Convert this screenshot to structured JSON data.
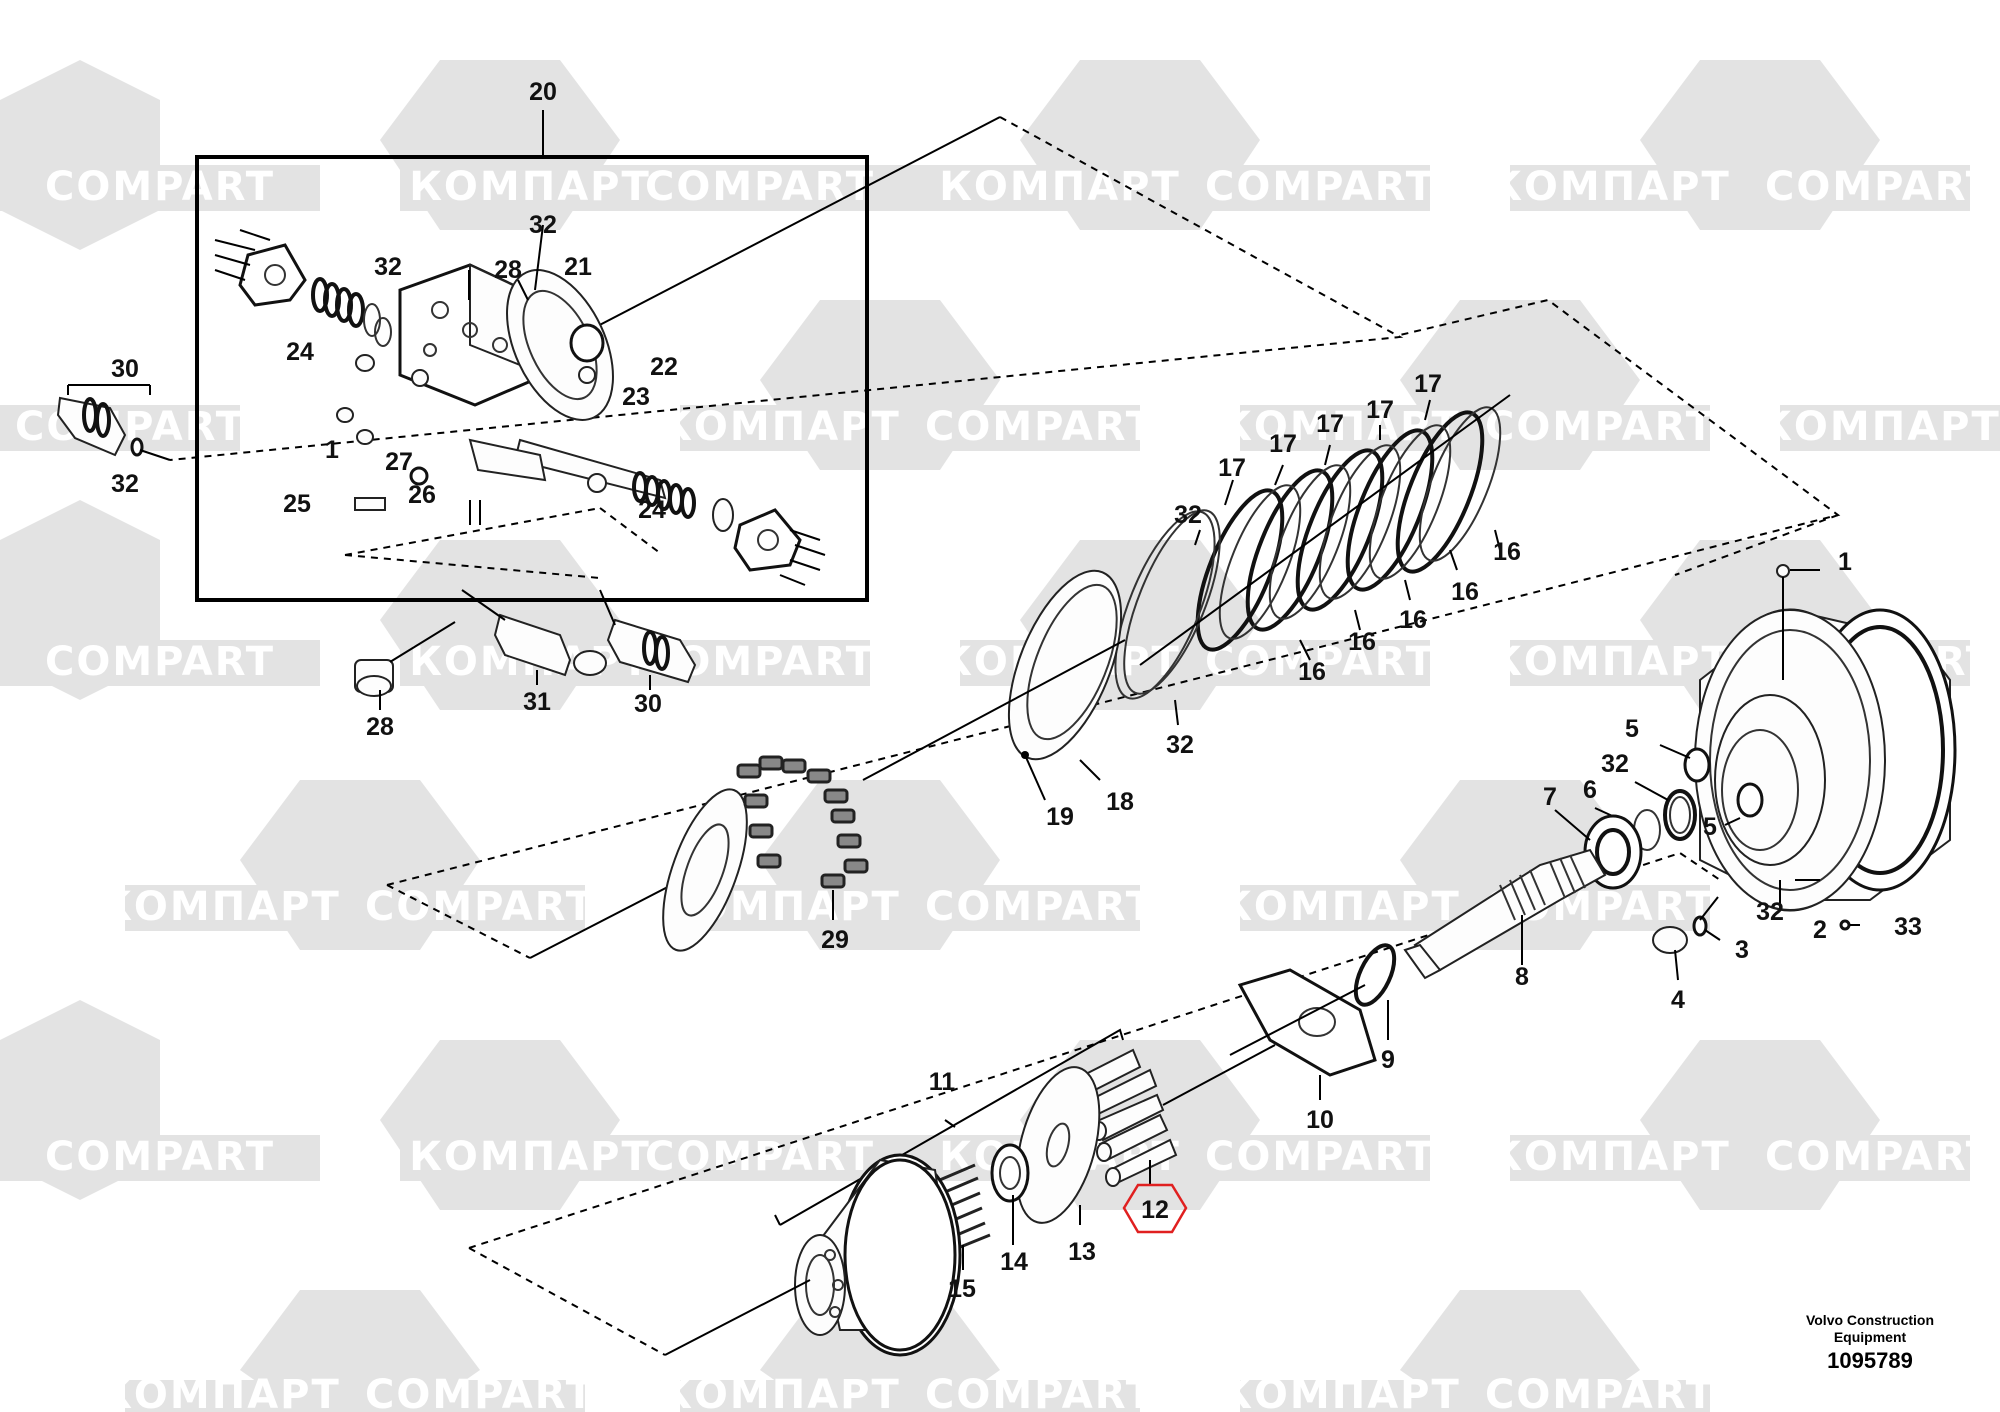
{
  "diagram": {
    "callouts": [
      "20",
      "32",
      "28",
      "21",
      "32",
      "24",
      "22",
      "23",
      "1",
      "27",
      "26",
      "25",
      "24",
      "30",
      "32",
      "28",
      "31",
      "30",
      "17",
      "17",
      "17",
      "17",
      "17",
      "32",
      "16",
      "16",
      "16",
      "16",
      "16",
      "32",
      "19",
      "18",
      "29",
      "1",
      "5",
      "32",
      "7",
      "6",
      "5",
      "32",
      "2",
      "33",
      "3",
      "4",
      "8",
      "9",
      "10",
      "11",
      "12",
      "13",
      "14",
      "15"
    ],
    "highlighted_callout": "12",
    "highlight_color": "#e02020"
  },
  "watermark": {
    "latin": "COMPART",
    "cyrillic": "КОМПАРТ",
    "color": "#e3e3e3"
  },
  "footer": {
    "maker_line1": "Volvo Construction",
    "maker_line2": "Equipment",
    "drawing_number": "1095789"
  }
}
